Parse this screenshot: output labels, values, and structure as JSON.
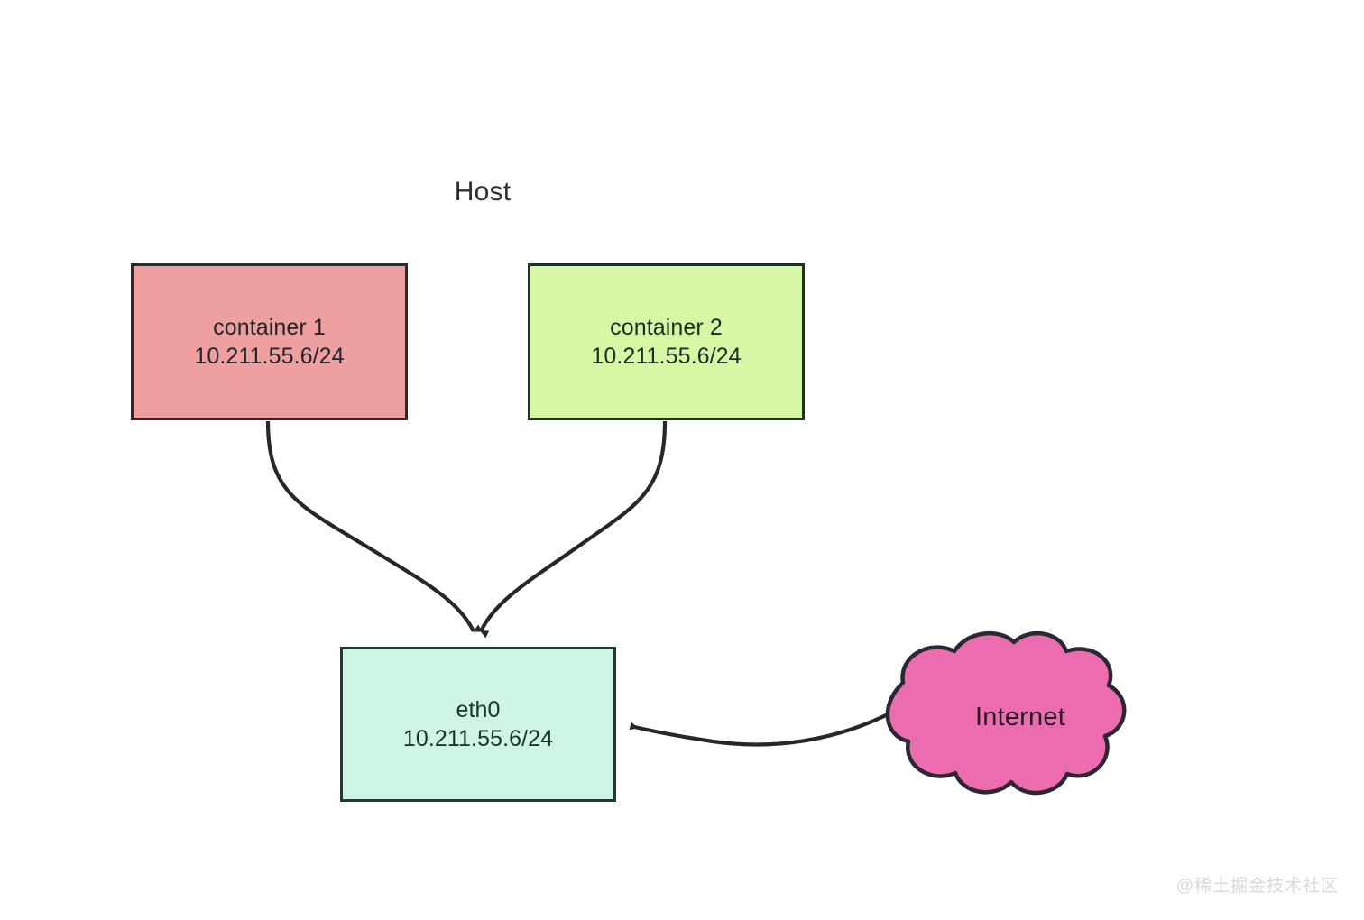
{
  "diagram": {
    "title": "Host",
    "background_color": "#ffffff",
    "nodes": [
      {
        "id": "container-1",
        "shape": "rectangle",
        "label_line1": "container 1",
        "label_line2": "10.211.55.6/24",
        "fill": "#eda09f",
        "stroke": "#292a2d"
      },
      {
        "id": "container-2",
        "shape": "rectangle",
        "label_line1": "container 2",
        "label_line2": "10.211.55.6/24",
        "fill": "#d6f7a3",
        "stroke": "#1d3226"
      },
      {
        "id": "eth0",
        "shape": "rectangle",
        "label_line1": "eth0",
        "label_line2": "10.211.55.6/24",
        "fill": "#cef5e4",
        "stroke": "#1d3b30"
      },
      {
        "id": "internet",
        "shape": "cloud",
        "label_line1": "Internet",
        "fill": "#ec6cb0",
        "stroke": "#2b2733"
      }
    ],
    "edges": [
      {
        "id": "edge-container1-eth0",
        "from": "container-1",
        "to": "eth0",
        "arrow": "to",
        "style": "curved"
      },
      {
        "id": "edge-container2-eth0",
        "from": "container-2",
        "to": "eth0",
        "arrow": "to",
        "style": "curved"
      },
      {
        "id": "edge-internet-eth0",
        "from": "internet",
        "to": "eth0",
        "arrow": "to",
        "style": "curved"
      }
    ],
    "edge_color": "#26272b"
  },
  "watermark": {
    "text": "@稀土掘金技术社区",
    "color": "#d9d9db"
  }
}
